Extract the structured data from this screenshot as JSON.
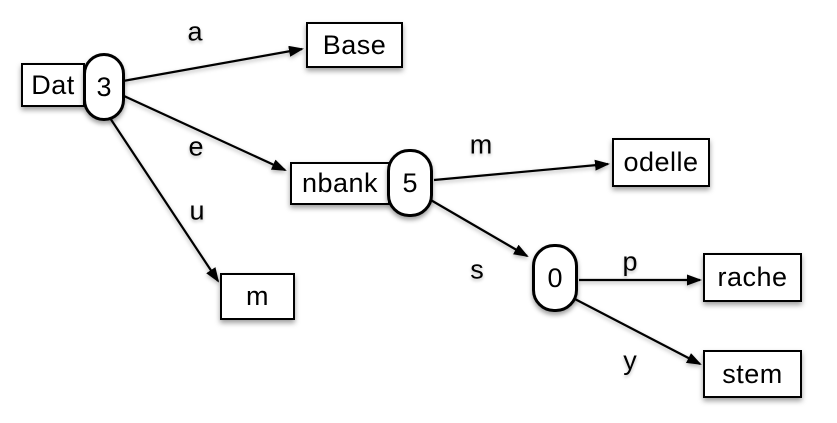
{
  "diagram": {
    "type": "radix-trie-graph",
    "colors": {
      "stroke": "#000000",
      "node_fill": "#ffffff",
      "background": "#ffffff",
      "shadow": "rgba(0,0,0,0.38)"
    },
    "nodes": {
      "dat": {
        "label": "Dat",
        "shape": "box"
      },
      "n3": {
        "label": "3",
        "shape": "oval"
      },
      "base": {
        "label": "Base",
        "shape": "box"
      },
      "nbank": {
        "label": "nbank",
        "shape": "box"
      },
      "n5": {
        "label": "5",
        "shape": "oval"
      },
      "m": {
        "label": "m",
        "shape": "box"
      },
      "odelle": {
        "label": "odelle",
        "shape": "box"
      },
      "n0": {
        "label": "0",
        "shape": "oval"
      },
      "rache": {
        "label": "rache",
        "shape": "box"
      },
      "stem": {
        "label": "stem",
        "shape": "box"
      }
    },
    "edges": {
      "a": {
        "label": "a",
        "from": "3",
        "to": "Base"
      },
      "e": {
        "label": "e",
        "from": "3",
        "to": "nbank"
      },
      "u": {
        "label": "u",
        "from": "3",
        "to": "m"
      },
      "m": {
        "label": "m",
        "from": "5",
        "to": "odelle"
      },
      "s": {
        "label": "s",
        "from": "5",
        "to": "0"
      },
      "p": {
        "label": "p",
        "from": "0",
        "to": "rache"
      },
      "y": {
        "label": "y",
        "from": "0",
        "to": "stem"
      }
    }
  }
}
